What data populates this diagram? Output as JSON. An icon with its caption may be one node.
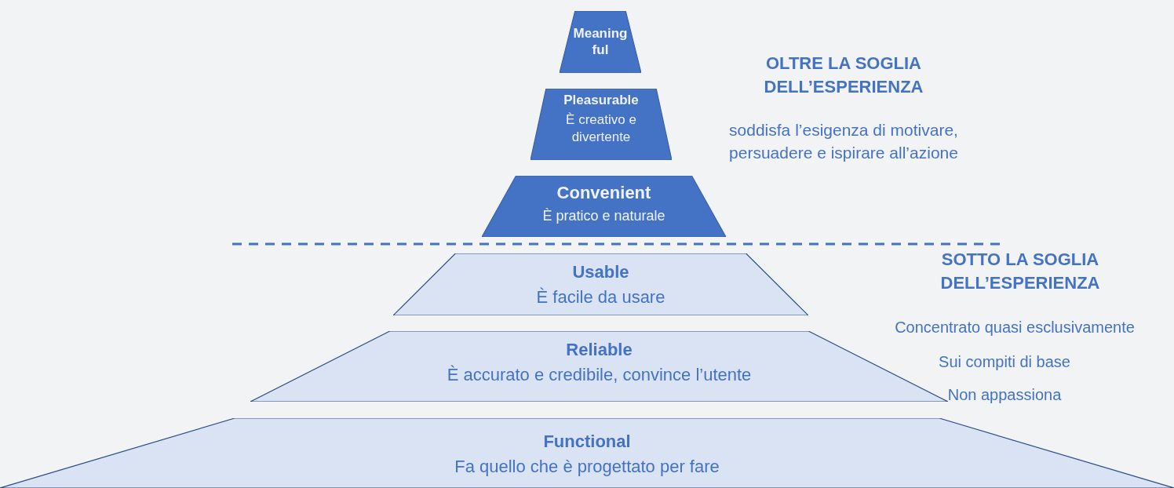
{
  "diagram": {
    "nodes": [
      {
        "text": [
          "Meaning ful"
        ]
      },
      {
        "text": [
          "Pleasurable",
          "È creativo e divertente"
        ]
      },
      {
        "text": [
          "Convenient",
          "È pratico e naturale"
        ]
      },
      {
        "text": [
          "Usable",
          "È facile da usare"
        ]
      },
      {
        "text": [
          "Reliable",
          "È accurato e credibile, convince l’utente"
        ]
      },
      {
        "text": [
          "Functional",
          "Fa quello che è progettato per fare"
        ]
      }
    ],
    "labels": [
      "OLTRE LA SOGLIA DELL’ESPERIENZA",
      "soddisfa l’esigenza di motivare, persuadere e ispirare all’azione",
      "SOTTO LA SOGLIA DELL’ESPERIENZA",
      "Concentrato quasi esclusivamente",
      "Sui compiti di base",
      "Non appassiona"
    ]
  }
}
